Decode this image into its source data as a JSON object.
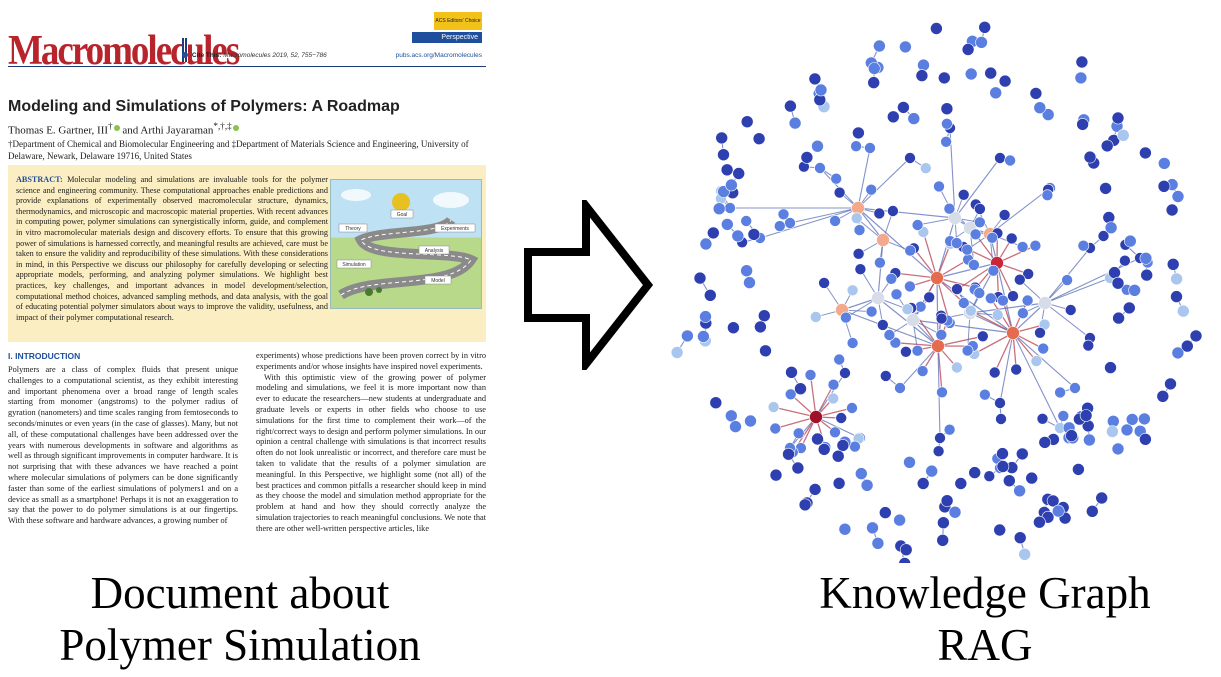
{
  "document": {
    "journal": "Macromolecules",
    "access_badge": "ACS Editors' Choice",
    "cite_label": "Cite This:",
    "cite_text": "Macromolecules 2019, 52, 755−786",
    "article_type": "Perspective",
    "url": "pubs.acs.org/Macromolecules",
    "title": "Modeling and Simulations of Polymers: A Roadmap",
    "author1": "Thomas E. Gartner, III",
    "author1_marks": "†",
    "author_sep": " and ",
    "author2": "Arthi Jayaraman",
    "author2_marks": "*,†,‡",
    "affiliations": "†Department of Chemical and Biomolecular Engineering and ‡Department of Materials Science and Engineering, University of Delaware, Newark, Delaware 19716, United States",
    "abstract_label": "ABSTRACT:",
    "abstract": "Molecular modeling and simulations are invaluable tools for the polymer science and engineering community. These computational approaches enable predictions and provide explanations of experimentally observed macromolecular structure, dynamics, thermodynamics, and microscopic and macroscopic material properties. With recent advances in computing power, polymer simulations can synergistically inform, guide, and complement in vitro macromolecular materials design and discovery efforts. To ensure that this growing power of simulations is harnessed correctly, and meaningful results are achieved, care must be taken to ensure the validity and reproducibility of these simulations. With these considerations in mind, in this Perspective we discuss our philosophy for carefully developing or selecting appropriate models, performing, and analyzing polymer simulations. We highlight best practices, key challenges, and important advances in model development/selection, computational method choices, advanced sampling methods, and data analysis, with the goal of educating potential polymer simulators about ways to improve the validity, usefulness, and impact of their polymer computational research.",
    "toc_labels": {
      "goal": "Goal",
      "theory": "Theory",
      "experiments": "Experiments",
      "analysis": "Analysis",
      "simulation": "Simulation",
      "model": "Model"
    },
    "section_heading": "I. INTRODUCTION",
    "column1": "Polymers are a class of complex fluids that present unique challenges to a computational scientist, as they exhibit interesting and important phenomena over a broad range of length scales starting from monomer (angstroms) to the polymer radius of gyration (nanometers) and time scales ranging from femtoseconds to seconds/minutes or even years (in the case of glasses). Many, but not all, of these computational challenges have been addressed over the years with numerous developments in software and algorithms as well as through significant improvements in computer hardware. It is not surprising that with these advances we have reached a point where molecular simulations of polymers can be done significantly faster than some of the earliest simulations of polymers1 and on a device as small as a smartphone! Perhaps it is not an exaggeration to say that the power to do polymer simulations is at our fingertips. With these software and hardware advances, a growing number of",
    "column2_p1": "experiments) whose predictions have been proven correct by in vitro experiments and/or whose insights have inspired novel experiments.",
    "column2_p2": "With this optimistic view of the growing power of polymer modeling and simulations, we feel it is more important now than ever to educate the researchers—new students at undergraduate and graduate levels or experts in other fields who choose to use simulations for the first time to complement their work—of the right/correct ways to design and perform polymer simulations. In our opinion a central challenge with simulations is that incorrect results often do not look unrealistic or incorrect, and therefore care must be taken to validate that the results of a polymer simulation are meaningful. In this Perspective, we highlight some (not all) of the best practices and common pitfalls a researcher should keep in mind as they choose the model and simulation method appropriate for the problem at hand and how they should correctly analyze the simulation trajectories to reach meaningful conclusions. We note that there are other well-written perspective articles, like"
  },
  "captions": {
    "left_line1": "Document about",
    "left_line2": "Polymer Simulation",
    "right_line1": "Knowledge Graph",
    "right_line2": "RAG"
  },
  "colors": {
    "journal_red": "#b8242b",
    "acs_blue": "#1d4f9c",
    "abstract_bg": "#fbeec2",
    "node_dark": "#2e3fb0",
    "node_mid": "#5b7fe0",
    "node_light": "#a8c6ee",
    "node_pale": "#d6dde8",
    "node_salmon": "#f3a98c",
    "node_orange": "#e56b4e",
    "node_red": "#c8263a",
    "node_darkred": "#a01028",
    "edge_blue": "#5a6fb8",
    "edge_red": "#b84050"
  }
}
